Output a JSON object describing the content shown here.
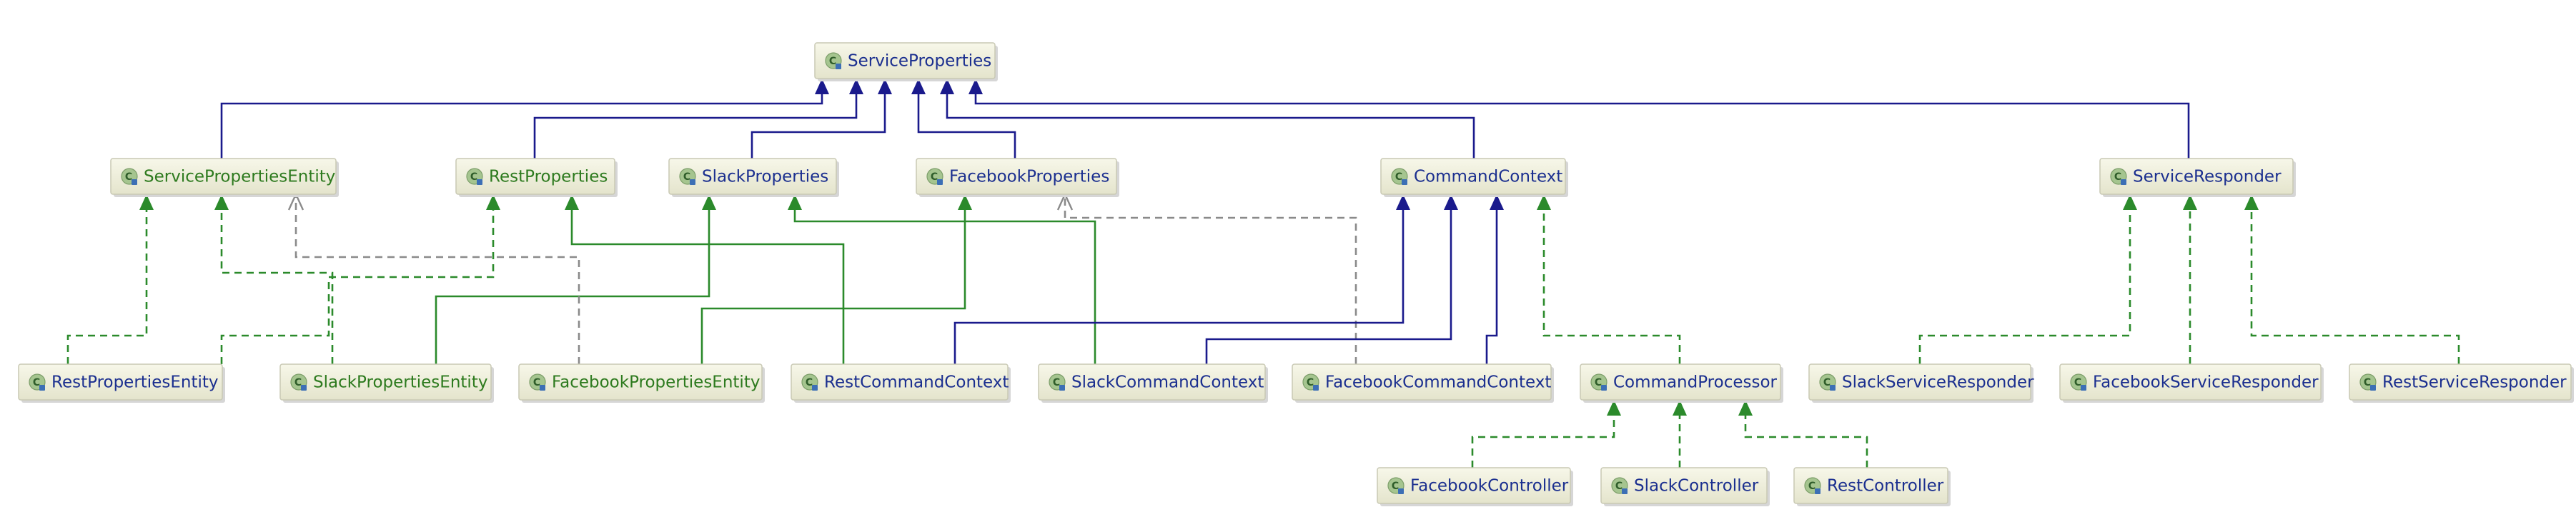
{
  "colors": {
    "extends": "#1a1a8c",
    "implements": "#2b8a2b",
    "interface_text": "#2d7a1e",
    "class_text": "#1b2f8f",
    "dependency": "#8a8a8a"
  },
  "icons": {
    "interface": "interface-icon",
    "class": "class-icon"
  },
  "nodes": [
    {
      "id": "ServiceProperties",
      "label": "ServiceProperties",
      "kind": "class"
    },
    {
      "id": "ServicePropertiesEntity",
      "label": "ServicePropertiesEntity",
      "kind": "interface"
    },
    {
      "id": "RestProperties",
      "label": "RestProperties",
      "kind": "interface"
    },
    {
      "id": "SlackProperties",
      "label": "SlackProperties",
      "kind": "class"
    },
    {
      "id": "FacebookProperties",
      "label": "FacebookProperties",
      "kind": "class"
    },
    {
      "id": "CommandContext",
      "label": "CommandContext",
      "kind": "class"
    },
    {
      "id": "ServiceResponder",
      "label": "ServiceResponder",
      "kind": "class"
    },
    {
      "id": "RestPropertiesEntity",
      "label": "RestPropertiesEntity",
      "kind": "class"
    },
    {
      "id": "SlackPropertiesEntity",
      "label": "SlackPropertiesEntity",
      "kind": "interface"
    },
    {
      "id": "FacebookPropertiesEntity",
      "label": "FacebookPropertiesEntity",
      "kind": "interface"
    },
    {
      "id": "RestCommandContext",
      "label": "RestCommandContext",
      "kind": "class"
    },
    {
      "id": "SlackCommandContext",
      "label": "SlackCommandContext",
      "kind": "class"
    },
    {
      "id": "FacebookCommandContext",
      "label": "FacebookCommandContext",
      "kind": "class"
    },
    {
      "id": "CommandProcessor",
      "label": "CommandProcessor",
      "kind": "class"
    },
    {
      "id": "SlackServiceResponder",
      "label": "SlackServiceResponder",
      "kind": "class"
    },
    {
      "id": "FacebookServiceResponder",
      "label": "FacebookServiceResponder",
      "kind": "class"
    },
    {
      "id": "RestServiceResponder",
      "label": "RestServiceResponder",
      "kind": "class"
    },
    {
      "id": "FacebookController",
      "label": "FacebookController",
      "kind": "class"
    },
    {
      "id": "SlackController",
      "label": "SlackController",
      "kind": "class"
    },
    {
      "id": "RestController",
      "label": "RestController",
      "kind": "class"
    }
  ],
  "edges": [
    {
      "from": "ServicePropertiesEntity",
      "to": "ServiceProperties",
      "type": "implements"
    },
    {
      "from": "RestProperties",
      "to": "ServiceProperties",
      "type": "extends-interface"
    },
    {
      "from": "SlackProperties",
      "to": "ServiceProperties",
      "type": "extends-interface"
    },
    {
      "from": "FacebookProperties",
      "to": "ServiceProperties",
      "type": "extends-interface"
    },
    {
      "from": "CommandContext",
      "to": "ServiceProperties",
      "type": "extends-interface"
    },
    {
      "from": "ServiceResponder",
      "to": "ServiceProperties",
      "type": "dependency"
    },
    {
      "from": "RestPropertiesEntity",
      "to": "ServicePropertiesEntity",
      "type": "extends"
    },
    {
      "from": "SlackPropertiesEntity",
      "to": "ServicePropertiesEntity",
      "type": "extends"
    },
    {
      "from": "FacebookPropertiesEntity",
      "to": "ServicePropertiesEntity",
      "type": "extends"
    },
    {
      "from": "RestPropertiesEntity",
      "to": "RestProperties",
      "type": "implements"
    },
    {
      "from": "SlackPropertiesEntity",
      "to": "SlackProperties",
      "type": "implements"
    },
    {
      "from": "FacebookPropertiesEntity",
      "to": "FacebookProperties",
      "type": "implements"
    },
    {
      "from": "RestCommandContext",
      "to": "RestProperties",
      "type": "implements"
    },
    {
      "from": "SlackCommandContext",
      "to": "SlackProperties",
      "type": "implements"
    },
    {
      "from": "FacebookCommandContext",
      "to": "FacebookProperties",
      "type": "implements"
    },
    {
      "from": "RestCommandContext",
      "to": "CommandContext",
      "type": "implements"
    },
    {
      "from": "SlackCommandContext",
      "to": "CommandContext",
      "type": "implements"
    },
    {
      "from": "FacebookCommandContext",
      "to": "CommandContext",
      "type": "implements"
    },
    {
      "from": "CommandProcessor",
      "to": "CommandContext",
      "type": "dependency"
    },
    {
      "from": "SlackServiceResponder",
      "to": "ServiceResponder",
      "type": "extends"
    },
    {
      "from": "FacebookServiceResponder",
      "to": "ServiceResponder",
      "type": "extends"
    },
    {
      "from": "RestServiceResponder",
      "to": "ServiceResponder",
      "type": "extends"
    },
    {
      "from": "FacebookController",
      "to": "CommandProcessor",
      "type": "extends"
    },
    {
      "from": "SlackController",
      "to": "CommandProcessor",
      "type": "extends"
    },
    {
      "from": "RestController",
      "to": "CommandProcessor",
      "type": "extends"
    }
  ]
}
